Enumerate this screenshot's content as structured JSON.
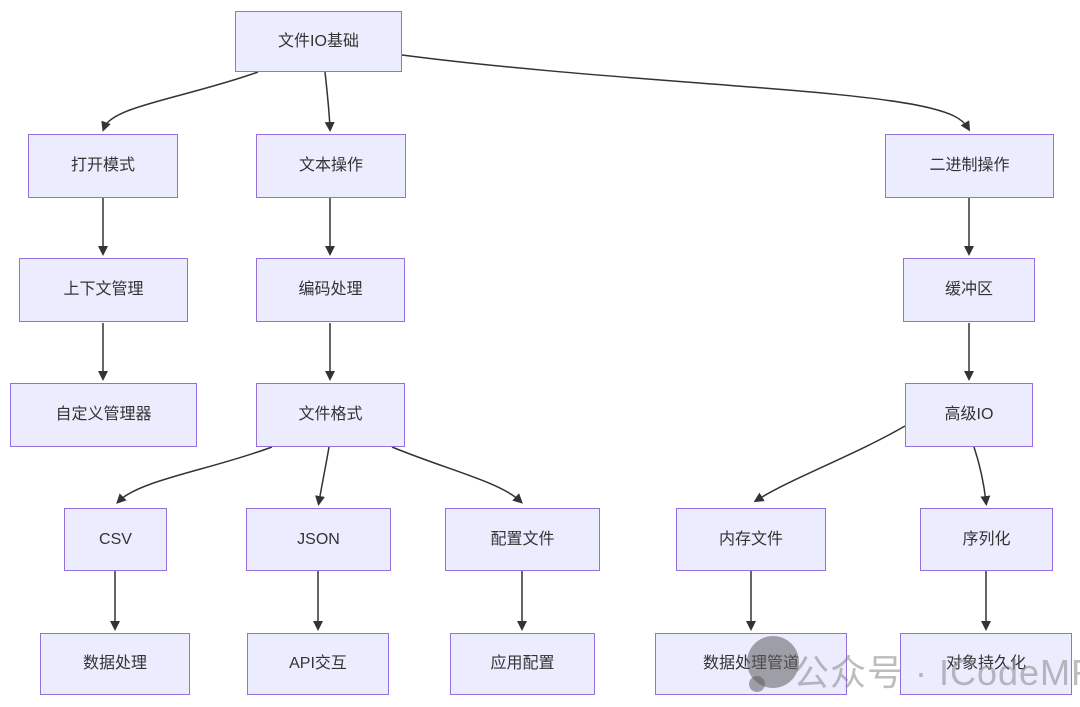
{
  "diagram": {
    "type": "flowchart",
    "direction": "top-down",
    "nodes": [
      {
        "id": "file-io-basics",
        "label": "文件IO基础"
      },
      {
        "id": "open-mode",
        "label": "打开模式"
      },
      {
        "id": "text-operations",
        "label": "文本操作"
      },
      {
        "id": "binary-operations",
        "label": "二进制操作"
      },
      {
        "id": "context-management",
        "label": "上下文管理"
      },
      {
        "id": "encoding-handling",
        "label": "编码处理"
      },
      {
        "id": "buffer",
        "label": "缓冲区"
      },
      {
        "id": "custom-manager",
        "label": "自定义管理器"
      },
      {
        "id": "file-formats",
        "label": "文件格式"
      },
      {
        "id": "advanced-io",
        "label": "高级IO"
      },
      {
        "id": "csv",
        "label": "CSV"
      },
      {
        "id": "json",
        "label": "JSON"
      },
      {
        "id": "config-files",
        "label": "配置文件"
      },
      {
        "id": "memory-files",
        "label": "内存文件"
      },
      {
        "id": "serialization",
        "label": "序列化"
      },
      {
        "id": "data-processing",
        "label": "数据处理"
      },
      {
        "id": "api-interaction",
        "label": "API交互"
      },
      {
        "id": "app-config",
        "label": "应用配置"
      },
      {
        "id": "data-pipeline",
        "label": "数据处理管道"
      },
      {
        "id": "object-persistence",
        "label": "对象持久化"
      }
    ],
    "edges": [
      {
        "from": "file-io-basics",
        "to": "open-mode"
      },
      {
        "from": "file-io-basics",
        "to": "text-operations"
      },
      {
        "from": "file-io-basics",
        "to": "binary-operations"
      },
      {
        "from": "open-mode",
        "to": "context-management"
      },
      {
        "from": "context-management",
        "to": "custom-manager"
      },
      {
        "from": "text-operations",
        "to": "encoding-handling"
      },
      {
        "from": "encoding-handling",
        "to": "file-formats"
      },
      {
        "from": "file-formats",
        "to": "csv"
      },
      {
        "from": "file-formats",
        "to": "json"
      },
      {
        "from": "file-formats",
        "to": "config-files"
      },
      {
        "from": "binary-operations",
        "to": "buffer"
      },
      {
        "from": "buffer",
        "to": "advanced-io"
      },
      {
        "from": "advanced-io",
        "to": "memory-files"
      },
      {
        "from": "advanced-io",
        "to": "serialization"
      },
      {
        "from": "csv",
        "to": "data-processing"
      },
      {
        "from": "json",
        "to": "api-interaction"
      },
      {
        "from": "config-files",
        "to": "app-config"
      },
      {
        "from": "memory-files",
        "to": "data-pipeline"
      },
      {
        "from": "serialization",
        "to": "object-persistence"
      }
    ],
    "colors": {
      "node_fill": "#ECECFF",
      "node_border": "#9370DB",
      "edge": "#333333",
      "text": "#333333",
      "background": "#FFFFFF"
    }
  },
  "watermark": {
    "icon": "speech-bubble-icon",
    "text": "公众号 · ICodeMR",
    "color": "#878787"
  }
}
